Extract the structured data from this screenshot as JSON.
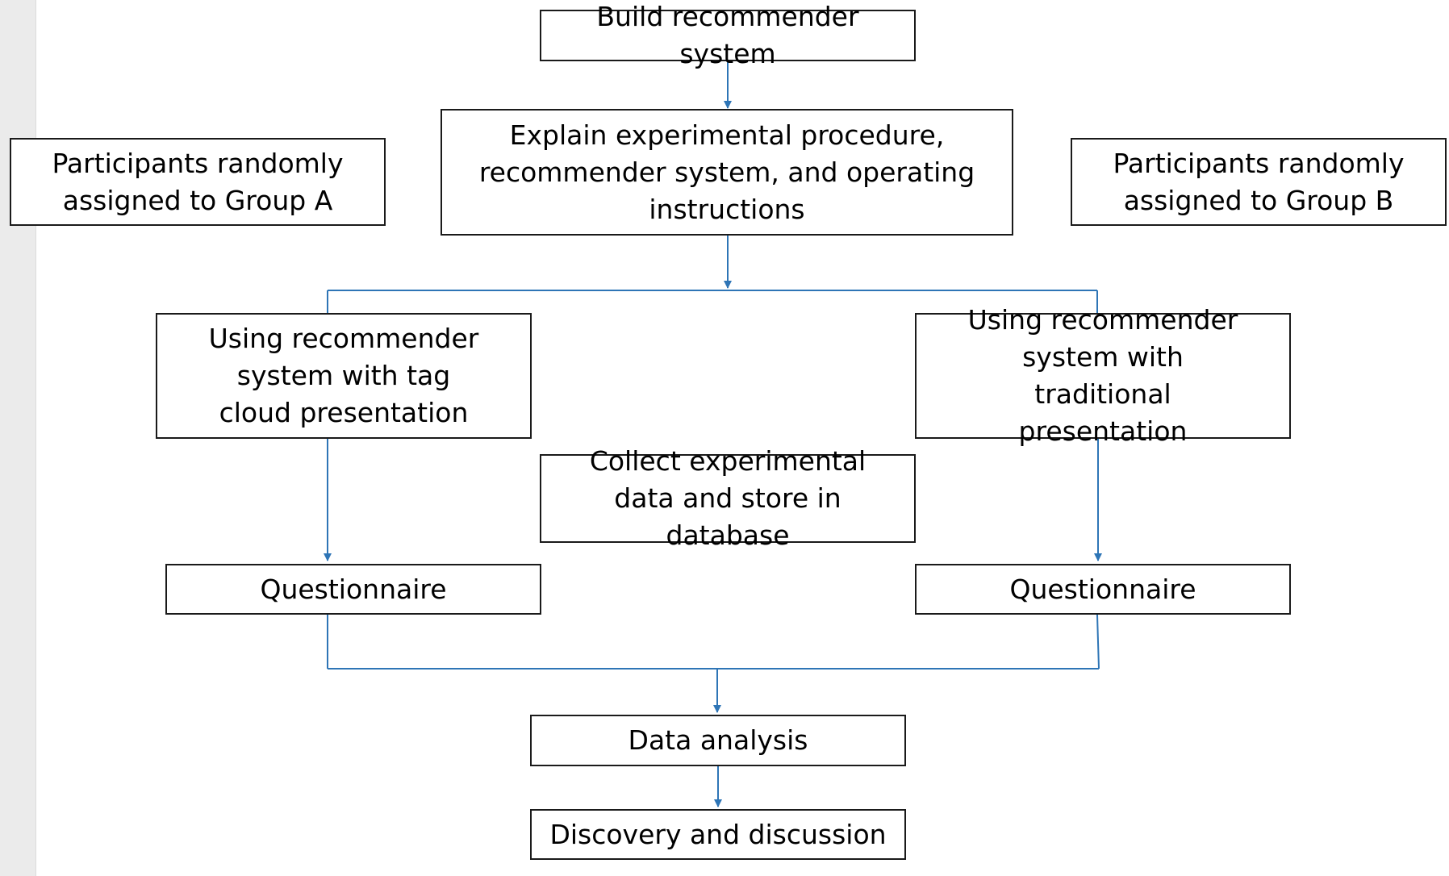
{
  "diagram": {
    "line_color": "#2e75b6",
    "nodes": {
      "build": "Build recommender system",
      "explain": "Explain experimental procedure, recommender system, and operating instructions",
      "group_a": "Participants randomly assigned to Group A",
      "group_b": "Participants randomly assigned to Group B",
      "tag_cloud": "Using recommender system with tag cloud presentation",
      "traditional": "Using recommender system with traditional presentation",
      "collect": "Collect experimental data and store in database",
      "questionnaire_a": "Questionnaire",
      "questionnaire_b": "Questionnaire",
      "analysis": "Data analysis",
      "discussion": "Discovery and discussion"
    }
  }
}
